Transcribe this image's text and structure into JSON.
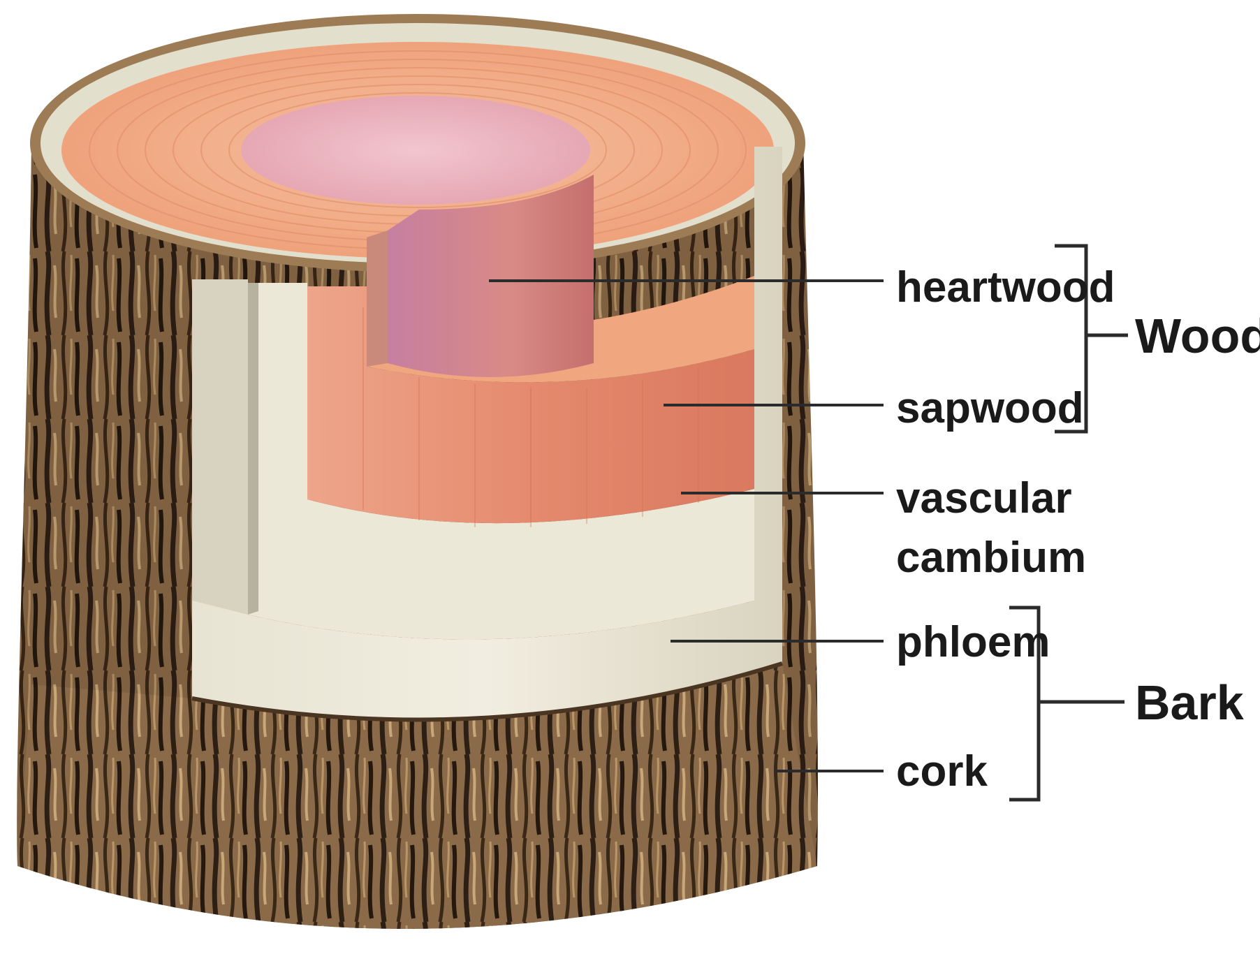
{
  "labels": {
    "heartwood": "heartwood",
    "sapwood": "sapwood",
    "vascular_line1": "vascular",
    "vascular_line2": "cambium",
    "phloem": "phloem",
    "cork": "cork"
  },
  "groups": {
    "wood": "Wood",
    "bark": "Bark"
  },
  "colors": {
    "bark": "#7a5a3c",
    "bark_dark": "#2e1f14",
    "phloem": "#e9e4d2",
    "cambium": "#dcd8c6",
    "sapwood": "#e8957a",
    "heartwood": "#c97a86",
    "top_face": "#f2b08e"
  }
}
